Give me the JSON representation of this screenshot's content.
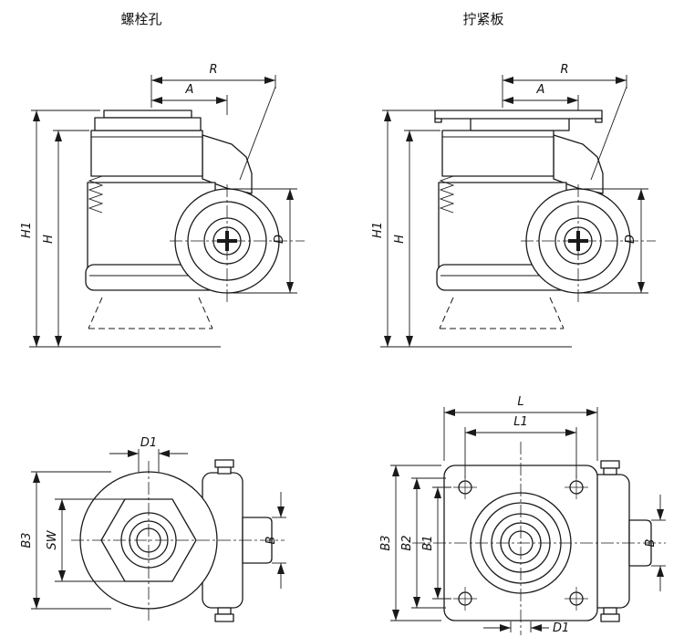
{
  "page": {
    "title_left": "螺栓孔",
    "title_right": "拧紧板"
  },
  "labels": {
    "R": "R",
    "A": "A",
    "H1": "H1",
    "H": "H",
    "D": "D",
    "D1": "D1",
    "B": "B",
    "B1": "B1",
    "B2": "B2",
    "B3": "B3",
    "SW": "SW",
    "L": "L",
    "L1": "L1"
  },
  "colors": {
    "line": "#1a1a1a",
    "background": "#ffffff"
  }
}
